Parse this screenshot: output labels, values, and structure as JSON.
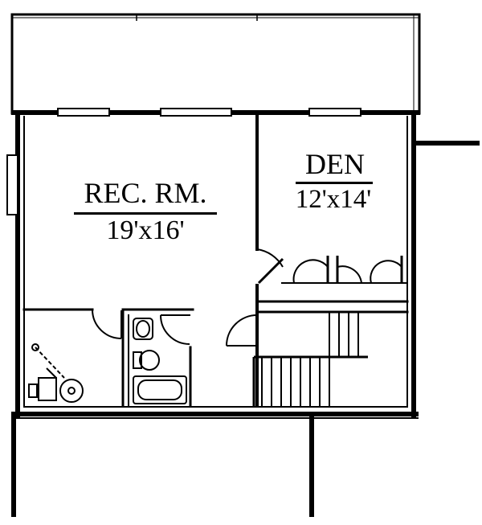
{
  "rooms": {
    "rec_room": {
      "name": "REC. RM.",
      "dimensions": "19'x16'"
    },
    "den": {
      "name": "DEN",
      "dimensions": "12'x14'"
    }
  },
  "colors": {
    "wall": "#000000",
    "background": "#ffffff"
  }
}
